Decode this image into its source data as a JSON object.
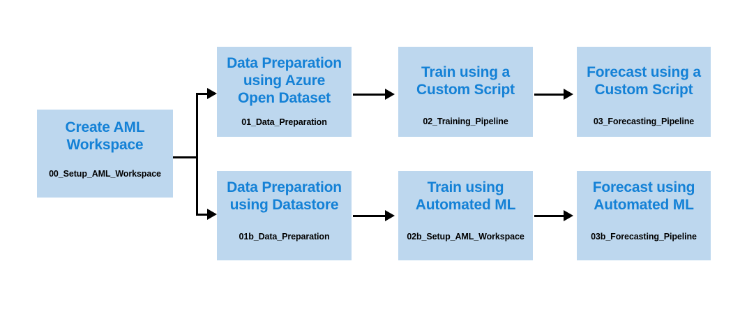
{
  "diagram": {
    "title_text_color": "#1481d6",
    "node_fill_color": "#bdd7ee",
    "connector_color": "#000000",
    "background_color": "#ffffff",
    "nodes": [
      {
        "id": "setup",
        "title": "Create AML\nWorkspace",
        "subtitle": "00_Setup_AML_Workspace"
      },
      {
        "id": "prep-azure",
        "title": "Data Preparation\nusing Azure\nOpen Dataset",
        "subtitle": "01_Data_Preparation"
      },
      {
        "id": "train-cs",
        "title": "Train using a\nCustom Script",
        "subtitle": "02_Training_Pipeline"
      },
      {
        "id": "fc-cs",
        "title": "Forecast using a\nCustom Script",
        "subtitle": "03_Forecasting_Pipeline"
      },
      {
        "id": "prep-ds",
        "title": "Data Preparation\nusing Datastore",
        "subtitle": "01b_Data_Preparation"
      },
      {
        "id": "train-aml",
        "title": "Train using\nAutomated ML",
        "subtitle": "02b_Setup_AML_Workspace"
      },
      {
        "id": "fc-aml",
        "title": "Forecast using\nAutomated ML",
        "subtitle": "03b_Forecasting_Pipeline"
      }
    ],
    "connectors": [
      {
        "id": "setup-to-branch",
        "from": "setup",
        "to": "branch-split"
      },
      {
        "id": "branch-to-prep-azure",
        "from": "branch-split",
        "to": "prep-azure"
      },
      {
        "id": "branch-to-prep-ds",
        "from": "branch-split",
        "to": "prep-ds"
      },
      {
        "id": "prep-azure-to-train-cs",
        "from": "prep-azure",
        "to": "train-cs"
      },
      {
        "id": "train-cs-to-fc-cs",
        "from": "train-cs",
        "to": "fc-cs"
      },
      {
        "id": "prep-ds-to-train-aml",
        "from": "prep-ds",
        "to": "train-aml"
      },
      {
        "id": "train-aml-to-fc-aml",
        "from": "train-aml",
        "to": "fc-aml"
      }
    ]
  }
}
